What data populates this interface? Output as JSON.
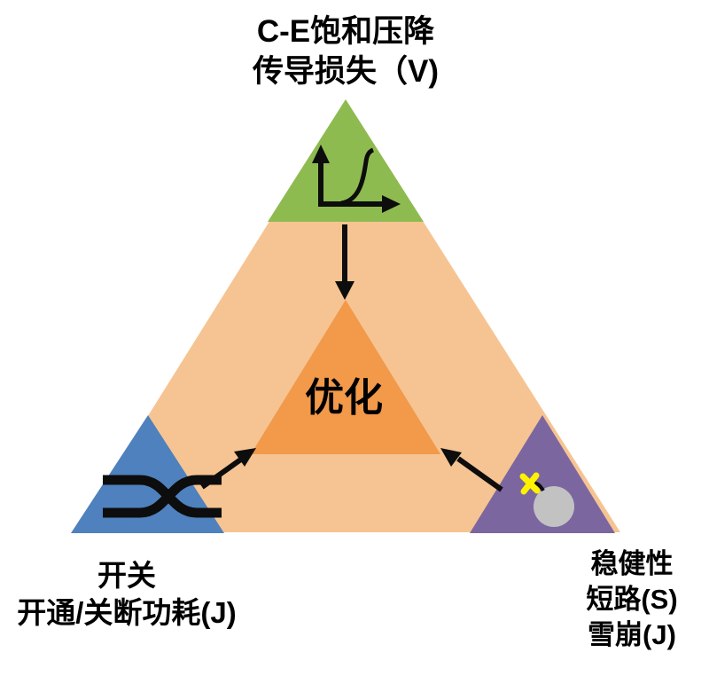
{
  "labels": {
    "top": {
      "line1": "C-E饱和压降",
      "line2": "传导损失（V)"
    },
    "bottom_left": {
      "line1": "开关",
      "line2": "开通/关断功耗(J)"
    },
    "bottom_right": {
      "line1": "稳健性",
      "line2": "短路(S)",
      "line3": "雪崩(J)"
    },
    "center": "优化"
  },
  "icons": {
    "top_corner": "iv-curve-graph-icon",
    "bottom_left_corner": "switching-crossover-icon",
    "bottom_right_corner": "bomb-icon"
  },
  "colors": {
    "body_peach": "#F6C492",
    "center_orange": "#F2994A",
    "conduction_green": "#8EBB50",
    "switching_blue": "#4E81BD",
    "robustness_purple": "#7C66A0",
    "bomb_gray": "#C2C2C2",
    "spark_yellow": "#FFF200",
    "ink": "#0D0D0D"
  }
}
